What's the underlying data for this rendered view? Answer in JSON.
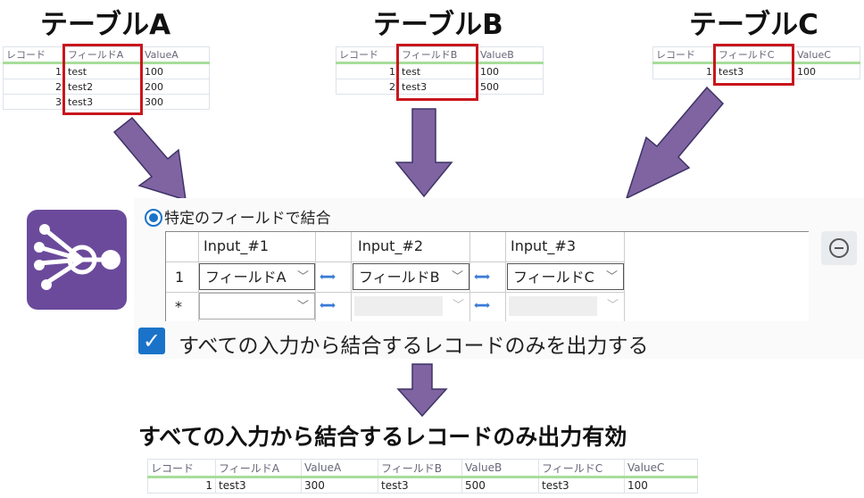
{
  "titles": {
    "a": "テーブルA",
    "b": "テーブルB",
    "c": "テーブルC"
  },
  "table_a": {
    "headers": [
      "レコード",
      "フィールドA",
      "ValueA"
    ],
    "rows": [
      [
        "1",
        "test",
        "100"
      ],
      [
        "2",
        "test2",
        "200"
      ],
      [
        "3",
        "test3",
        "300"
      ]
    ]
  },
  "table_b": {
    "headers": [
      "レコード",
      "フィールドB",
      "ValueB"
    ],
    "rows": [
      [
        "1",
        "test",
        "100"
      ],
      [
        "2",
        "test3",
        "500"
      ]
    ]
  },
  "table_c": {
    "headers": [
      "レコード",
      "フィールドC",
      "ValueC"
    ],
    "rows": [
      [
        "1",
        "test3",
        "100"
      ]
    ]
  },
  "join": {
    "radio_label": "特定のフィールドで結合",
    "columns": [
      "Input_#1",
      "Input_#2",
      "Input_#3"
    ],
    "row1": {
      "num": "1",
      "fields": [
        "フィールドA",
        "フィールドB",
        "フィールドC"
      ]
    },
    "row2": {
      "num": "*"
    },
    "checkbox_label": "すべての入力から結合するレコードのみを出力する",
    "checkbox_checked": true
  },
  "result": {
    "title": "すべての入力から結合するレコードのみ出力有効",
    "headers": [
      "レコード",
      "フィールドA",
      "ValueA",
      "フィールドB",
      "ValueB",
      "フィールドC",
      "ValueC"
    ],
    "rows": [
      [
        "1",
        "test3",
        "300",
        "test3",
        "500",
        "test3",
        "100"
      ]
    ]
  },
  "colors": {
    "arrow": "#8064a2",
    "icon": "#6b4a9c",
    "highlight": "#c8161d",
    "accent": "#1a73c9"
  }
}
